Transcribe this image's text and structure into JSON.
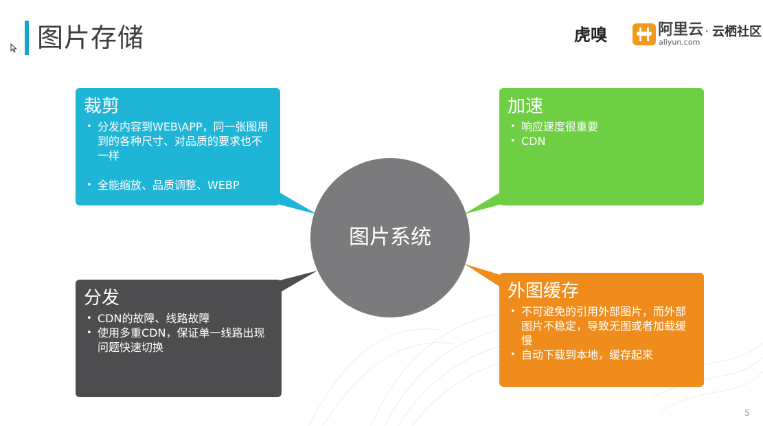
{
  "header": {
    "title": "图片存储",
    "logo_huxiu": "虎嗅",
    "aliyun_cn": "阿里云",
    "aliyun_en": "aliyun.com",
    "separator": "·",
    "community": "云栖社区"
  },
  "diagram": {
    "center": "图片系统",
    "nodes": [
      {
        "title": "裁剪",
        "color": "#1fb5d6",
        "items": [
          "分发内容到WEB\\APP，同一张图用到的各种尺寸、对品质的要求也不一样",
          "全能缩放、品质调整、WEBP"
        ]
      },
      {
        "title": "加速",
        "color": "#6fcf44",
        "items": [
          "响应速度很重要",
          "CDN"
        ]
      },
      {
        "title": "分发",
        "color": "#4d4d4f",
        "items": [
          "CDN的故障、线路故障",
          "使用多重CDN，保证单一线路出现问题快速切换"
        ]
      },
      {
        "title": "外图缓存",
        "color": "#f08c1c",
        "items": [
          "不可避免的引用外部图片，而外部图片不稳定，导致无图或者加载缓慢",
          "自动下载到本地，缓存起来"
        ]
      }
    ],
    "center_color": "#7b7b7d"
  },
  "footer": {
    "page_number": "5"
  }
}
